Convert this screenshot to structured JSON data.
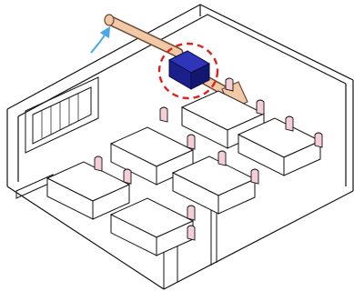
{
  "colors": {
    "outline": "#111111",
    "duct": "#f2c9a6",
    "duct_stroke": "#6b4a33",
    "unit": "#1b1f8a",
    "unit_top": "#2e35b8",
    "highlight_ring": "#e02020",
    "airflow": "#4aa6e8",
    "chair": "#f5cfd8",
    "desk": "#ffffff"
  },
  "icons": {
    "ventilation_unit": "box-icon",
    "airflow_arrow": "curved-arrow-icon",
    "highlight": "dashed-circle"
  },
  "desks": [
    {
      "id": "front-left"
    },
    {
      "id": "front-center"
    },
    {
      "id": "middle-left"
    },
    {
      "id": "middle-center"
    },
    {
      "id": "back-center"
    },
    {
      "id": "back-right"
    }
  ]
}
